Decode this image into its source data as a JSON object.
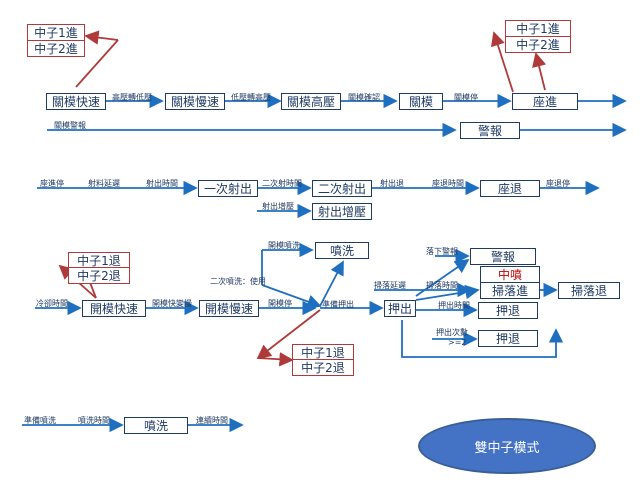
{
  "boxes": {
    "n1_in": "中子1進",
    "n2_in": "中子2進",
    "mold_fast": "關模快速",
    "mold_slow": "關模慢速",
    "mold_high": "關模高壓",
    "mold_close": "關模",
    "seat_in": "座進",
    "n1_in_r": "中子1進",
    "n2_in_r": "中子2進",
    "alarm1": "警報",
    "inject1": "一次射出",
    "inject2": "二次射出",
    "seat_out": "座退",
    "inject_boost": "射出增壓",
    "n1_out_l": "中子1退",
    "n2_out_l": "中子2退",
    "open_fast": "開模快速",
    "open_slow": "開模慢速",
    "spray1": "噴洗",
    "n1_out_b": "中子1退",
    "n2_out_b": "中子2退",
    "alarm2": "警報",
    "middle_spray": "中噴",
    "drop_in": "掃落進",
    "drop_out": "掃落退",
    "eject": "押出",
    "eject_out1": "押退",
    "eject_out2": "押退",
    "spray2": "噴洗"
  },
  "labels": {
    "high_to_low": "高壓轉低壓",
    "low_to_high": "低壓轉高壓",
    "mold_confirm": "關模確認",
    "mold_stop": "關模停",
    "mold_alarm": "關模警報",
    "seat_stop": "座進停",
    "inject_delay": "射料延遲",
    "inject_time": "射出時間",
    "inject2_time": "二次射時間",
    "inject_out": "射出退",
    "seat_out_time": "座退時間",
    "seat_out_stop": "座退停",
    "inject_boost": "射出增壓",
    "cool_time": "冷卻時間",
    "open_fast_slow": "開模快變慢",
    "open_stop": "開模停",
    "open_spray": "開模噴洗",
    "second_spray": "二次噴洗：使用",
    "prep_eject": "準備押出",
    "drop_alarm": "落下警報",
    "drop_delay": "掃落延遲",
    "drop_time": "掃落時間",
    "eject_time": "押出時間",
    "eject_count": "押出次數",
    "eject_count_val": ">=2",
    "prep_spray": "準備噴洗",
    "spray_time": "噴洗時間",
    "link_time": "連續時間"
  },
  "oval": "雙中子模式",
  "colors": {
    "blue": "#1f6fc0",
    "red": "#b03a3a",
    "navy": "#1f3a63",
    "oval": "#4472c4"
  }
}
